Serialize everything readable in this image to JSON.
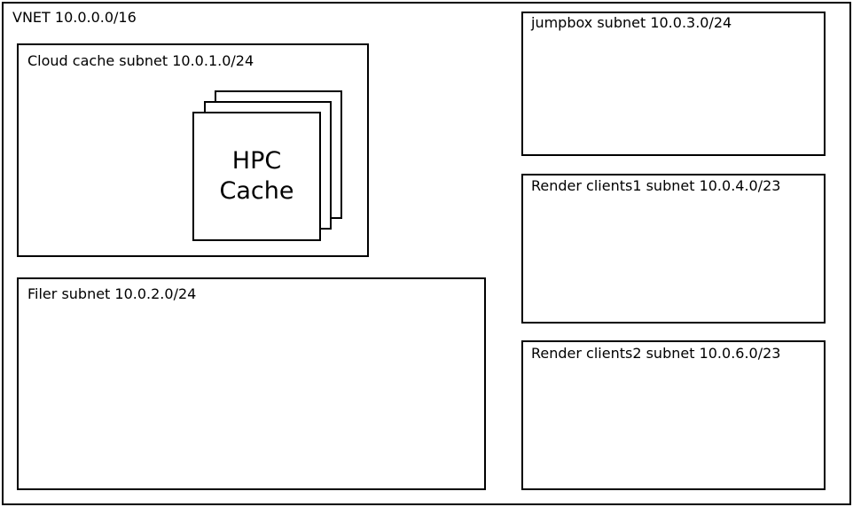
{
  "vnet": {
    "label": "VNET 10.0.0.0/16"
  },
  "subnets": {
    "cloud_cache": {
      "label": "Cloud cache subnet 10.0.1.0/24"
    },
    "filer": {
      "label": "Filer subnet 10.0.2.0/24"
    },
    "jumpbox": {
      "label": "jumpbox subnet 10.0.3.0/24"
    },
    "render_clients1": {
      "label": "Render clients1 subnet 10.0.4.0/23"
    },
    "render_clients2": {
      "label": "Render clients2 subnet 10.0.6.0/23"
    }
  },
  "hpc_cache": {
    "line1": "HPC",
    "line2": "Cache"
  },
  "colors": {
    "stroke": "#000000",
    "background": "#ffffff"
  }
}
